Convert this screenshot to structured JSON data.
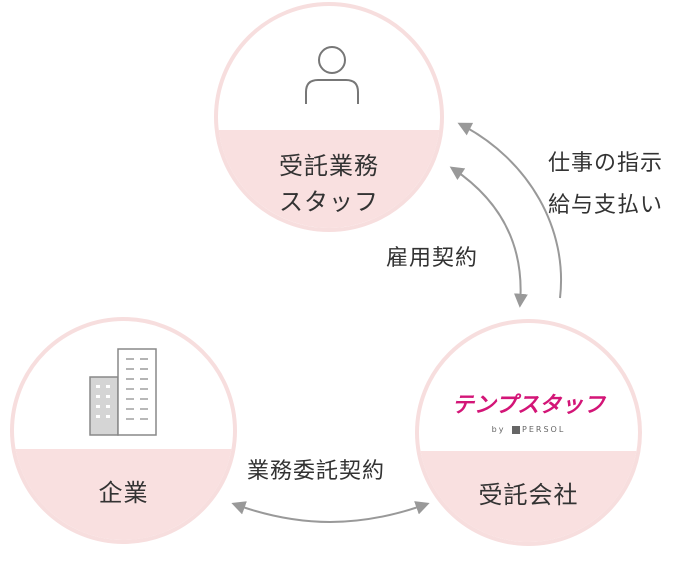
{
  "nodes": {
    "staff": {
      "line1": "受託業務",
      "line2": "スタッフ",
      "icon": "person-icon"
    },
    "company": {
      "label": "企業",
      "icon": "building-icon"
    },
    "vendor": {
      "label": "受託会社",
      "logo": "テンプスタッフ",
      "logo_sub_by": "by",
      "logo_sub_name": "PERSOL"
    }
  },
  "relations": {
    "instruction_line1": "仕事の指示",
    "instruction_line2": "給与支払い",
    "employment": "雇用契約",
    "contract": "業務委託契約"
  },
  "colors": {
    "circle_border": "#f7dede",
    "band": "#f9e0e0",
    "arrow": "#999999",
    "logo": "#d31577"
  }
}
